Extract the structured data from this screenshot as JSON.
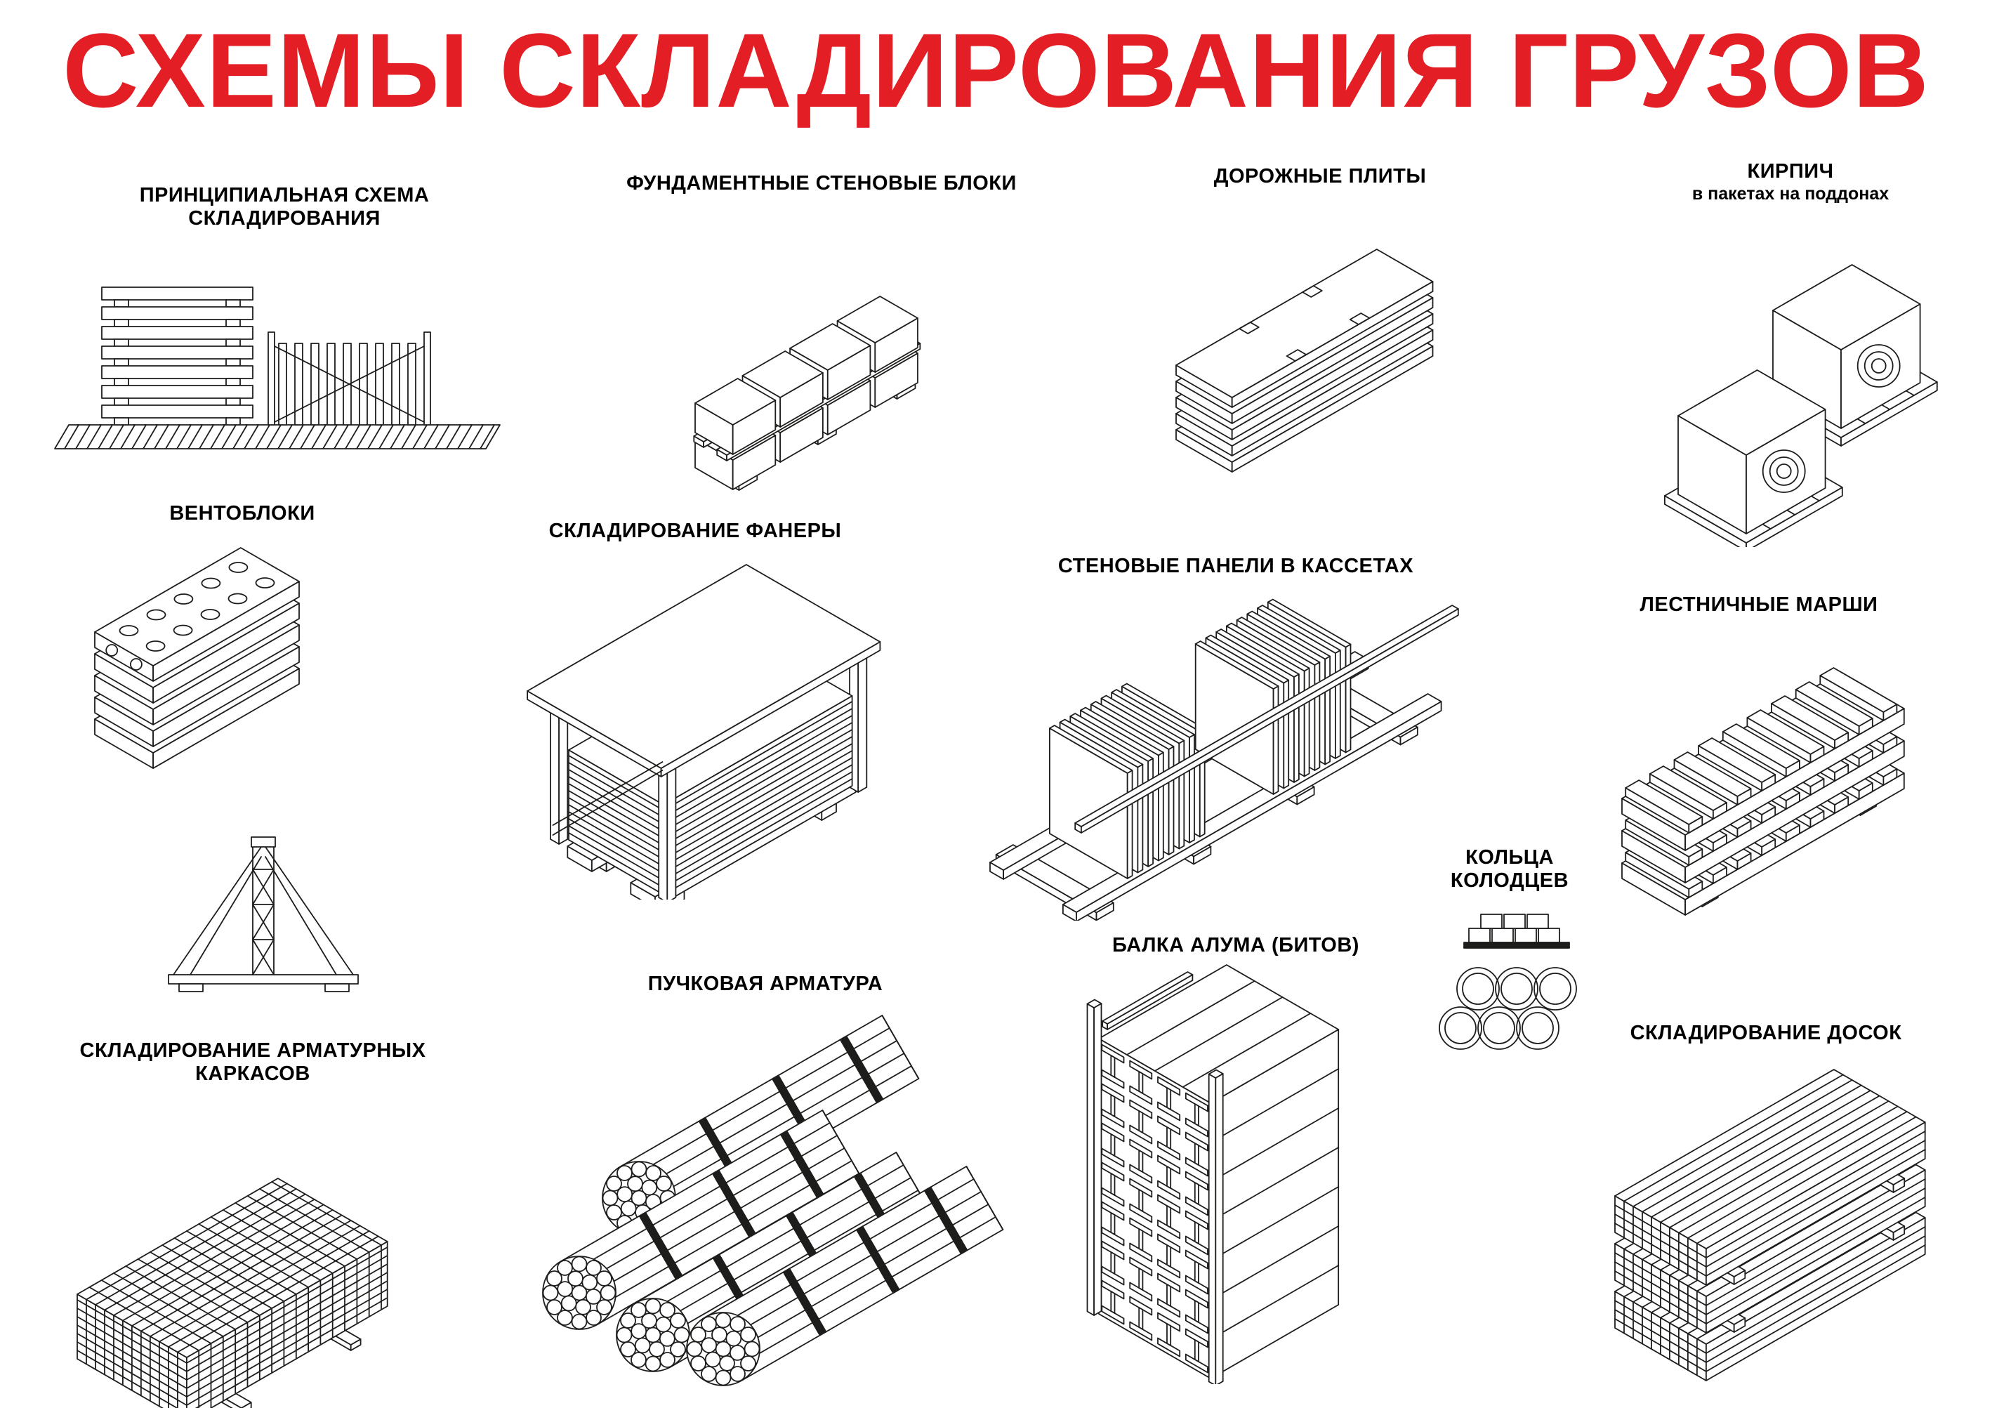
{
  "poster": {
    "title": "СХЕМЫ СКЛАДИРОВАНИЯ ГРУЗОВ",
    "title_color": "#e31e25",
    "line_color": "#1d1d1b",
    "background_color": "#ffffff",
    "sections": {
      "principal": {
        "label": "ПРИНЦИПИАЛЬНАЯ СХЕМА СКЛАДИРОВАНИЯ"
      },
      "foundation_blocks": {
        "label": "ФУНДАМЕНТНЫЕ СТЕНОВЫЕ БЛОКИ"
      },
      "road_plates": {
        "label": "ДОРОЖНЫЕ ПЛИТЫ"
      },
      "brick": {
        "label": "КИРПИЧ",
        "sublabel": "в пакетах на поддонах"
      },
      "vent_blocks": {
        "label": "ВЕНТОБЛОКИ"
      },
      "plywood": {
        "label": "СКЛАДИРОВАНИЕ ФАНЕРЫ"
      },
      "wall_panels": {
        "label": "СТЕНОВЫЕ ПАНЕЛИ В КАССЕТАХ"
      },
      "stair_flights": {
        "label": "ЛЕСТНИЧНЫЕ МАРШИ"
      },
      "well_rings": {
        "label": "КОЛЬЦА КОЛОДЦЕВ"
      },
      "aluma_beam": {
        "label": "БАЛКА АЛУМА (БИТОВ)"
      },
      "rebar_bundles": {
        "label": "ПУЧКОВАЯ АРМАТУРА"
      },
      "rebar_frames": {
        "label": "СКЛАДИРОВАНИЕ АРМАТУРНЫХ КАРКАСОВ"
      },
      "boards": {
        "label": "СКЛАДИРОВАНИЕ ДОСОК"
      }
    }
  }
}
